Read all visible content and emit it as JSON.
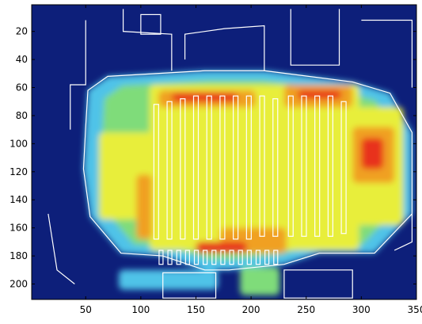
{
  "chart_data": {
    "type": "heatmap",
    "title": "",
    "xlabel": "",
    "ylabel": "",
    "xlim": [
      1,
      350
    ],
    "ylim": [
      1,
      211
    ],
    "y_reversed": true,
    "x_ticks": [
      50,
      100,
      150,
      200,
      250,
      300,
      350
    ],
    "y_ticks": [
      20,
      40,
      60,
      80,
      100,
      120,
      140,
      160,
      180,
      200
    ],
    "grid": false,
    "legend": "none",
    "colormap": "jet",
    "colors": {
      "background": "#0d1f7a",
      "floorplan_lines": "#ffffff",
      "low": "#4fc3e8",
      "low_mid": "#7fdc7a",
      "mid": "#e8ee3a",
      "high": "#f0a020",
      "peak": "#e8301c"
    },
    "store_boundary": [
      [
        52,
        62
      ],
      [
        70,
        52
      ],
      [
        158,
        48
      ],
      [
        212,
        48
      ],
      [
        292,
        56
      ],
      [
        326,
        64
      ],
      [
        346,
        92
      ],
      [
        346,
        150
      ],
      [
        312,
        178
      ],
      [
        262,
        178
      ],
      [
        230,
        186
      ],
      [
        180,
        190
      ],
      [
        158,
        190
      ],
      [
        120,
        180
      ],
      [
        82,
        178
      ],
      [
        54,
        152
      ],
      [
        48,
        118
      ],
      [
        50,
        88
      ]
    ],
    "intensity_regions": [
      {
        "level": "mid",
        "x": 108,
        "y": 58,
        "w": 190,
        "h": 118
      },
      {
        "level": "mid",
        "x": 62,
        "y": 92,
        "w": 60,
        "h": 62
      },
      {
        "level": "mid",
        "x": 286,
        "y": 74,
        "w": 52,
        "h": 84
      },
      {
        "level": "high",
        "x": 116,
        "y": 62,
        "w": 88,
        "h": 12
      },
      {
        "level": "high",
        "x": 230,
        "y": 58,
        "w": 62,
        "h": 16
      },
      {
        "level": "high",
        "x": 172,
        "y": 160,
        "w": 60,
        "h": 18
      },
      {
        "level": "high",
        "x": 292,
        "y": 88,
        "w": 38,
        "h": 40
      },
      {
        "level": "high",
        "x": 96,
        "y": 122,
        "w": 14,
        "h": 46
      },
      {
        "level": "peak",
        "x": 150,
        "y": 170,
        "w": 46,
        "h": 8
      },
      {
        "level": "peak",
        "x": 128,
        "y": 64,
        "w": 60,
        "h": 6
      },
      {
        "level": "peak",
        "x": 300,
        "y": 96,
        "w": 20,
        "h": 22
      },
      {
        "level": "peak",
        "x": 242,
        "y": 62,
        "w": 40,
        "h": 6
      },
      {
        "level": "low_mid",
        "x": 190,
        "y": 188,
        "w": 36,
        "h": 20
      },
      {
        "level": "low",
        "x": 80,
        "y": 190,
        "w": 90,
        "h": 14
      }
    ],
    "aisles": [
      {
        "x": 114,
        "y1": 72,
        "y2": 168
      },
      {
        "x": 126,
        "y1": 70,
        "y2": 168
      },
      {
        "x": 138,
        "y1": 68,
        "y2": 168
      },
      {
        "x": 150,
        "y1": 66,
        "y2": 168
      },
      {
        "x": 162,
        "y1": 66,
        "y2": 168
      },
      {
        "x": 174,
        "y1": 66,
        "y2": 168
      },
      {
        "x": 186,
        "y1": 66,
        "y2": 168
      },
      {
        "x": 198,
        "y1": 66,
        "y2": 168
      },
      {
        "x": 210,
        "y1": 66,
        "y2": 166
      },
      {
        "x": 222,
        "y1": 68,
        "y2": 166
      },
      {
        "x": 236,
        "y1": 66,
        "y2": 166
      },
      {
        "x": 248,
        "y1": 66,
        "y2": 166
      },
      {
        "x": 260,
        "y1": 66,
        "y2": 166
      },
      {
        "x": 272,
        "y1": 66,
        "y2": 166
      },
      {
        "x": 284,
        "y1": 70,
        "y2": 164
      }
    ],
    "checkouts": [
      118,
      126,
      134,
      142,
      150,
      158,
      166,
      174,
      182,
      190,
      198,
      206,
      214,
      222
    ]
  }
}
